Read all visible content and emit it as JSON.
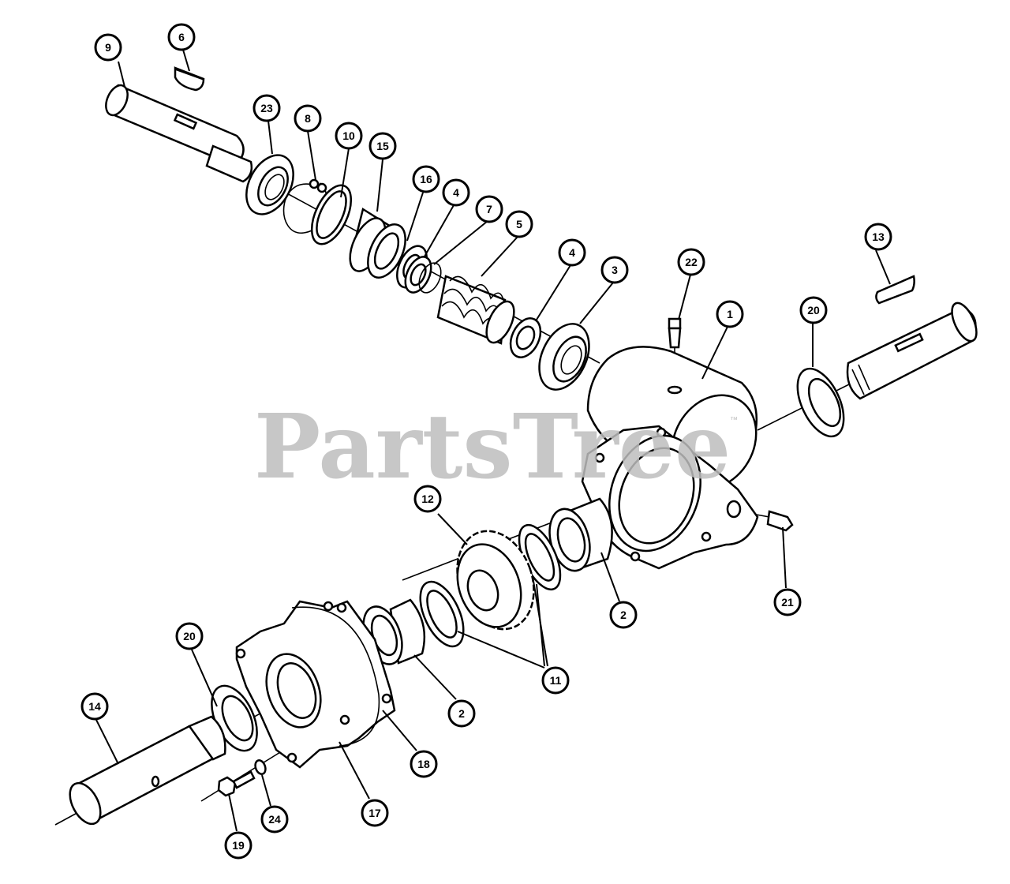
{
  "watermark": {
    "text": "PartsTree",
    "mark": "™"
  },
  "callouts": [
    {
      "id": "callout-1",
      "label": "1"
    },
    {
      "id": "callout-2-upper",
      "label": "2"
    },
    {
      "id": "callout-2-lower",
      "label": "2"
    },
    {
      "id": "callout-3",
      "label": "3"
    },
    {
      "id": "callout-4-upper",
      "label": "4"
    },
    {
      "id": "callout-4-lower",
      "label": "4"
    },
    {
      "id": "callout-5",
      "label": "5"
    },
    {
      "id": "callout-6",
      "label": "6"
    },
    {
      "id": "callout-7",
      "label": "7"
    },
    {
      "id": "callout-8",
      "label": "8"
    },
    {
      "id": "callout-9",
      "label": "9"
    },
    {
      "id": "callout-10",
      "label": "10"
    },
    {
      "id": "callout-11",
      "label": "11"
    },
    {
      "id": "callout-12",
      "label": "12"
    },
    {
      "id": "callout-13",
      "label": "13"
    },
    {
      "id": "callout-14",
      "label": "14"
    },
    {
      "id": "callout-15",
      "label": "15"
    },
    {
      "id": "callout-16",
      "label": "16"
    },
    {
      "id": "callout-17",
      "label": "17"
    },
    {
      "id": "callout-18",
      "label": "18"
    },
    {
      "id": "callout-19",
      "label": "19"
    },
    {
      "id": "callout-20-right",
      "label": "20"
    },
    {
      "id": "callout-20-left",
      "label": "20"
    },
    {
      "id": "callout-21",
      "label": "21"
    },
    {
      "id": "callout-22",
      "label": "22"
    },
    {
      "id": "callout-23",
      "label": "23"
    },
    {
      "id": "callout-24",
      "label": "24"
    }
  ]
}
